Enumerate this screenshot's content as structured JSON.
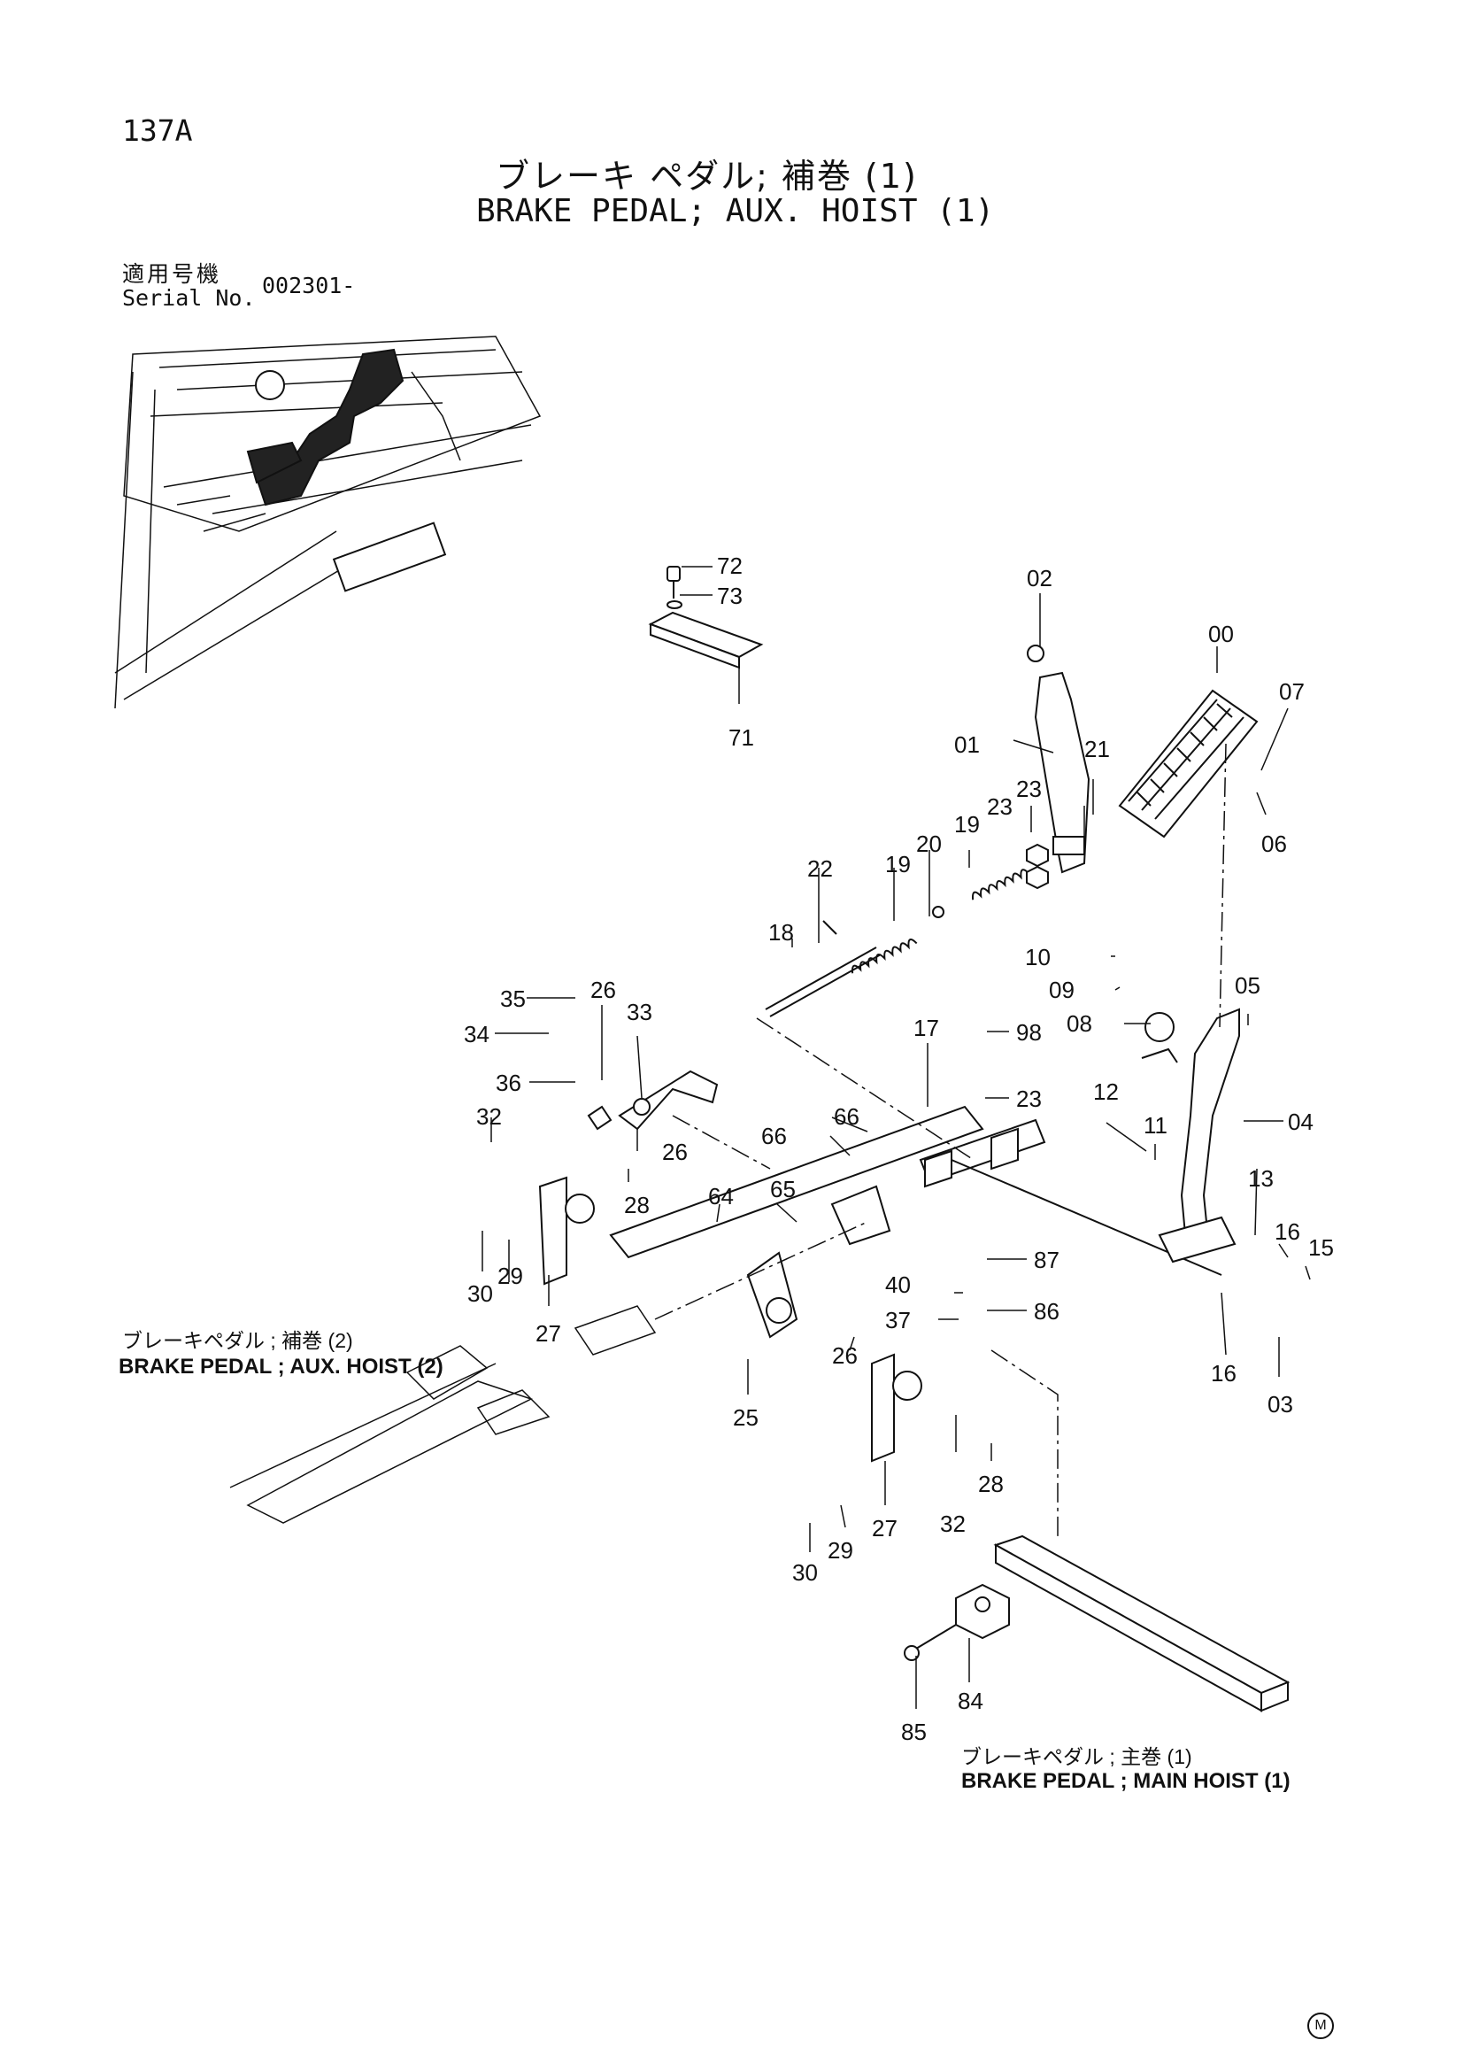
{
  "page_number": "137A",
  "title_jp": "ブレーキ ペダル; 補巻 (1)",
  "title_en": "BRAKE PEDAL; AUX. HOIST (1)",
  "serial": {
    "label_jp": "適用号機",
    "label_en": "Serial No.",
    "value": "002301-"
  },
  "references": {
    "aux_hoist_2_jp": "ブレーキペダル ; 補巻 (2)",
    "aux_hoist_2_en": "BRAKE PEDAL ; AUX. HOIST (2)",
    "main_hoist_1_jp": "ブレーキペダル ; 主巻 (1)",
    "main_hoist_1_en": "BRAKE PEDAL ; MAIN HOIST (1)"
  },
  "corner_mark": "M",
  "part_labels": [
    "72",
    "73",
    "71",
    "02",
    "00",
    "07",
    "01",
    "21",
    "23",
    "23",
    "19",
    "20",
    "19",
    "22",
    "18",
    "06",
    "10",
    "09",
    "08",
    "05",
    "35",
    "26",
    "33",
    "34",
    "36",
    "17",
    "98",
    "23",
    "12",
    "11",
    "04",
    "32",
    "66",
    "66",
    "28",
    "13",
    "16",
    "15",
    "64",
    "65",
    "26",
    "87",
    "30",
    "29",
    "27",
    "40",
    "86",
    "37",
    "16",
    "03",
    "26",
    "25",
    "28",
    "30",
    "29",
    "27",
    "32",
    "85",
    "84"
  ]
}
